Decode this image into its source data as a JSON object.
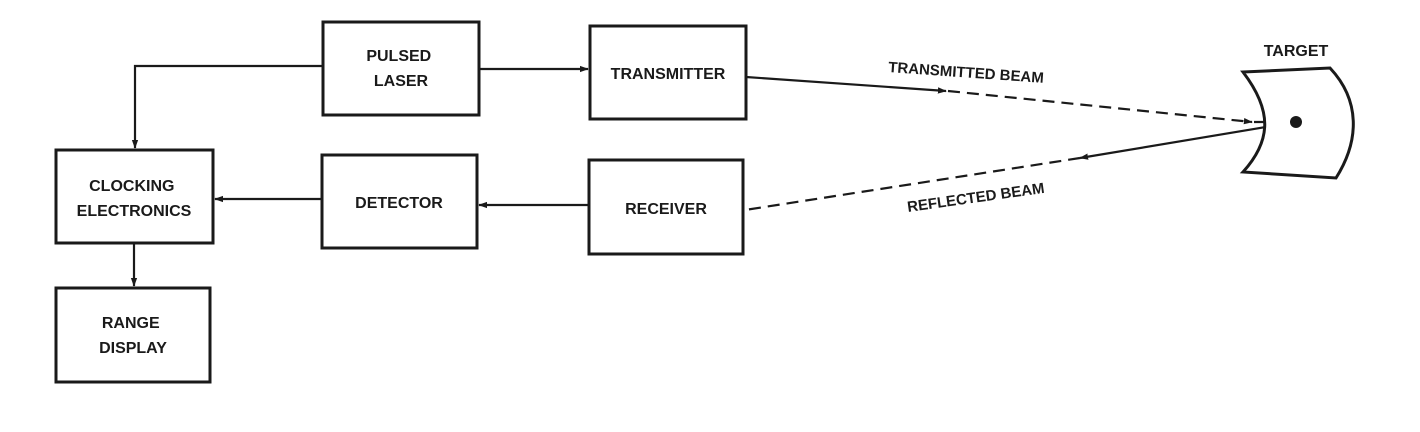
{
  "blocks": {
    "pulsed_laser": [
      "PULSED",
      "LASER"
    ],
    "transmitter": [
      "TRANSMITTER"
    ],
    "clocking_electronics": [
      "CLOCKING",
      "ELECTRONICS"
    ],
    "detector": [
      "DETECTOR"
    ],
    "receiver": [
      "RECEIVER"
    ],
    "range_display": [
      "RANGE",
      "DISPLAY"
    ]
  },
  "target": {
    "label": "TARGET"
  },
  "beams": {
    "transmitted": "TRANSMITTED BEAM",
    "reflected": "REFLECTED BEAM"
  },
  "colors": {
    "ink": "#1a1a1a",
    "background": "#ffffff"
  }
}
